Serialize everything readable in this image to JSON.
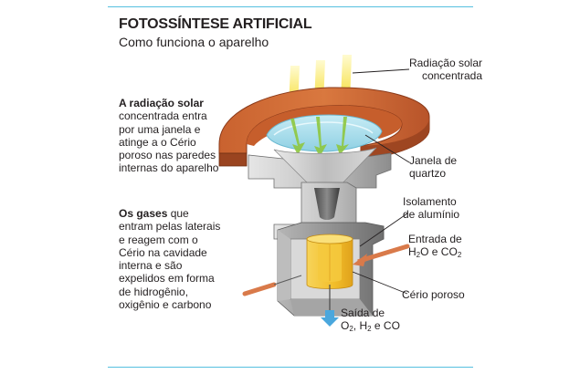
{
  "header": {
    "title": "FOTOSSÍNTESE ARTIFICIAL",
    "subtitle": "Como funciona o aparelho"
  },
  "left_text": {
    "p1_bold": "A radiação solar",
    "p1_lines": [
      "concentrada entra",
      "por uma janela e",
      "atinge a o Cério",
      "poroso nas paredes",
      "internas do aparelho"
    ],
    "p2_bold": "Os gases",
    "p2_first": " que",
    "p2_lines": [
      "entram pelas laterais",
      "e reagem com o",
      "Cério na cavidade",
      "interna e são",
      "expelidos em forma",
      "de hidrogênio,",
      "oxigênio e carbono"
    ]
  },
  "callouts": {
    "solar": [
      "Radiação solar",
      "concentrada"
    ],
    "window": [
      "Janela de",
      "quartzo"
    ],
    "insulation": [
      "Isolamento",
      "de alumínio"
    ],
    "inlet_line1": "Entrada de",
    "inlet_h2o": "H",
    "inlet_h2o_sub": "2",
    "inlet_mid": "O e CO",
    "inlet_co2_sub": "2",
    "ceria": "Cério poroso",
    "outlet_line1": "Saída de",
    "outlet_o": "O",
    "outlet_o_sub": "2",
    "outlet_h": ", H",
    "outlet_h_sub": "2",
    "outlet_co": " e CO"
  },
  "colors": {
    "rule": "#56c0e0",
    "copper": "#b5532a",
    "copper_light": "#d06a35",
    "steel": "#9a9a9a",
    "steel_light": "#d8d8d8",
    "glass": "#a8dbe9",
    "sun_ray": "#f7e04a",
    "ceria": "#f2c230",
    "gas_arrow": "#d97a4a",
    "out_arrow": "#4aa7dd"
  }
}
